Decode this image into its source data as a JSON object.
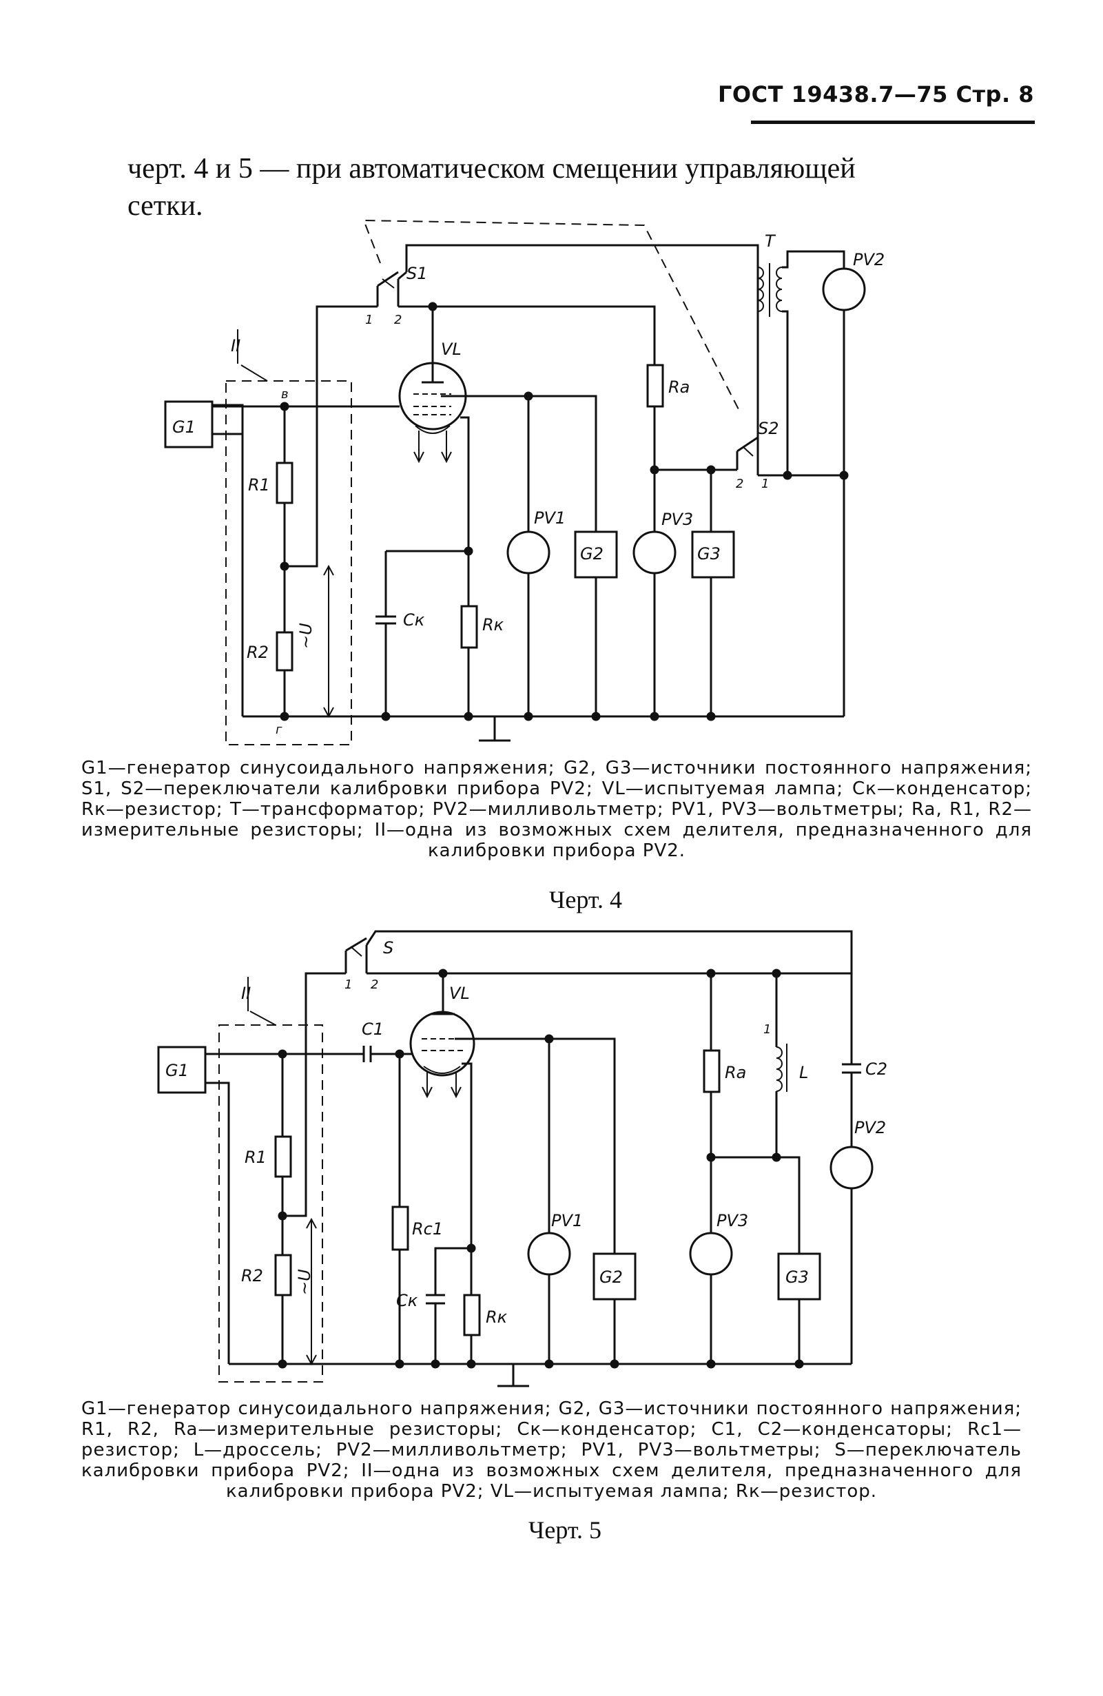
{
  "header": {
    "text": "ГОСТ 19438.7—75 Стр. 8"
  },
  "intro": {
    "line1": "черт. 4 и 5 — при автоматическом смещении управляющей",
    "line2": "сетки."
  },
  "fig4": {
    "labels": {
      "g1": "G1",
      "r1": "R1",
      "r2": "R2",
      "u": "~U",
      "node_v": "в",
      "node_g": "г",
      "div": "II",
      "s1": "S1",
      "s1_p1": "1",
      "s1_p2": "2",
      "vl": "VL",
      "ra": "Rа",
      "t": "T",
      "pv2": "PV2",
      "s2": "S2",
      "s2_p1": "1",
      "s2_p2": "2",
      "ck": "Cк",
      "rk": "Rк",
      "pv1": "PV1",
      "g2": "G2",
      "pv3": "PV3",
      "g3": "G3"
    },
    "caption": "G1—генератор синусоидального напряжения; G2, G3—источники постоянного напряжения; S1, S2—переключатели калибровки прибора PV2; VL—испытуемая лампа; Cк—конденсатор; Rк—резистор; T—трансформатор; PV2—милливольтметр; PV1, PV3—вольтметры; Ra, R1, R2—измерительные резисторы; II—одна из возможных схем делителя, предназначенного для калибровки прибора PV2.",
    "title": "Черт. 4"
  },
  "fig5": {
    "labels": {
      "g1": "G1",
      "r1": "R1",
      "r2": "R2",
      "u": "~U",
      "div": "II",
      "s": "S",
      "s_p1": "1",
      "s_p2": "2",
      "c1": "C1",
      "vl": "VL",
      "rc1": "Rc1",
      "ck": "Cк",
      "rk": "Rк",
      "pv1": "PV1",
      "g2": "G2",
      "ra": "Rа",
      "l": "L",
      "l_mark": "1",
      "pv3": "PV3",
      "g3": "G3",
      "c2": "C2",
      "pv2": "PV2"
    },
    "caption": "G1—генератор синусоидального напряжения; G2, G3—источники постоянного напряжения; R1, R2, Ra—измерительные резисторы; Cк—конденсатор; C1, C2—конденсаторы; Rc1—резистор; L—дроссель; PV2—милливольтметр; PV1, PV3—вольтметры; S—переключатель калибровки прибора PV2; II—одна из возможных схем делителя, предназначенного для калибровки прибора PV2; VL—испытуемая лампа; Rк—резистор.",
    "title": "Черт. 5"
  }
}
